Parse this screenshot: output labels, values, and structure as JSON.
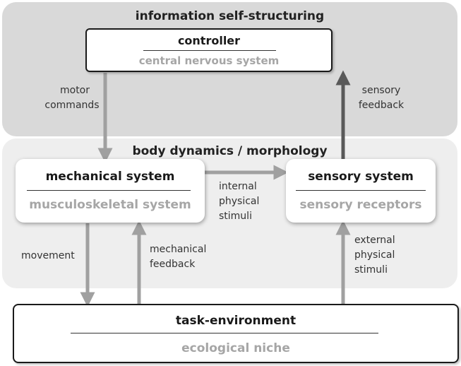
{
  "panels": {
    "top_title": "information self-structuring",
    "mid_title": "body dynamics / morphology"
  },
  "controller": {
    "title": "controller",
    "subtitle": "central nervous system"
  },
  "mechanical": {
    "title": "mechanical system",
    "subtitle": "musculoskeletal system"
  },
  "sensory": {
    "title": "sensory system",
    "subtitle": "sensory receptors"
  },
  "environment": {
    "title": "task-environment",
    "subtitle": "ecological niche"
  },
  "labels": {
    "motor_commands": [
      "motor",
      "commands"
    ],
    "sensory_feedback": [
      "sensory",
      "feedback"
    ],
    "internal_stimuli": [
      "internal",
      "physical",
      "stimuli"
    ],
    "movement": "movement",
    "mechanical_feedback": [
      "mechanical",
      "feedback"
    ],
    "external_stimuli": [
      "external",
      "physical",
      "stimuli"
    ]
  },
  "colors": {
    "arrow": "#a0a0a0",
    "arrow_dark": "#595959",
    "panel_top": "#d9d9d9",
    "panel_mid": "#eeeeee"
  }
}
